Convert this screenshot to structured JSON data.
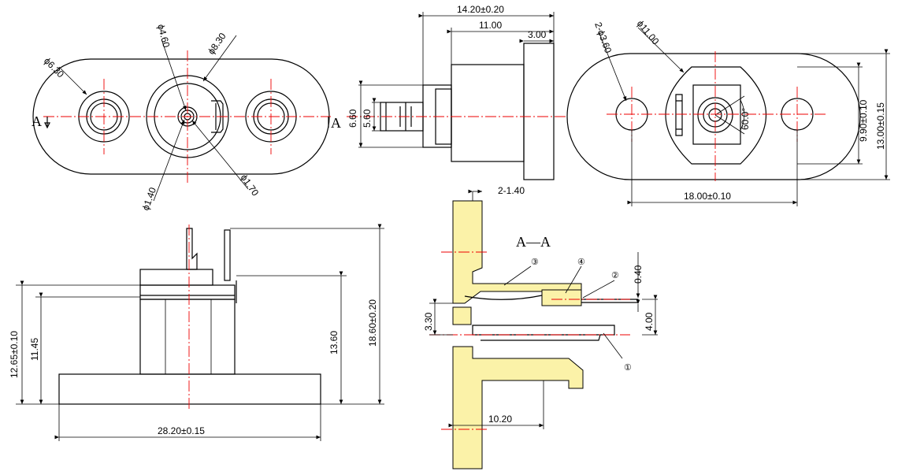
{
  "views": {
    "front": {
      "section_mark": "A",
      "dims": [
        "ϕ6.30",
        "ϕ4.60",
        "ϕ8.30",
        "ϕ1.40",
        "ϕ1.70"
      ]
    },
    "side": {
      "dims": [
        "14.20±0.20",
        "11.00",
        "3.00",
        "6.60",
        "5.60"
      ]
    },
    "back": {
      "dims": [
        "2-ϕ3.60",
        "ϕ11.00",
        "60.0°",
        "9.90±0.10",
        "13.00±0.15",
        "18.00±0.10"
      ]
    },
    "elevation": {
      "dims": [
        "12.65±0.10",
        "11.45",
        "13.60",
        "18.60±0.20",
        "28.20±0.15"
      ]
    },
    "section": {
      "title": "A—A",
      "dims": [
        "2-1.40",
        "0.40",
        "4.00",
        "3.30",
        "10.20"
      ],
      "callouts": [
        "①",
        "②",
        "③",
        "④"
      ]
    }
  },
  "colors": {
    "outline": "#000000",
    "centerline": "#e00000",
    "hatch_fill": "#fbf2a8"
  }
}
